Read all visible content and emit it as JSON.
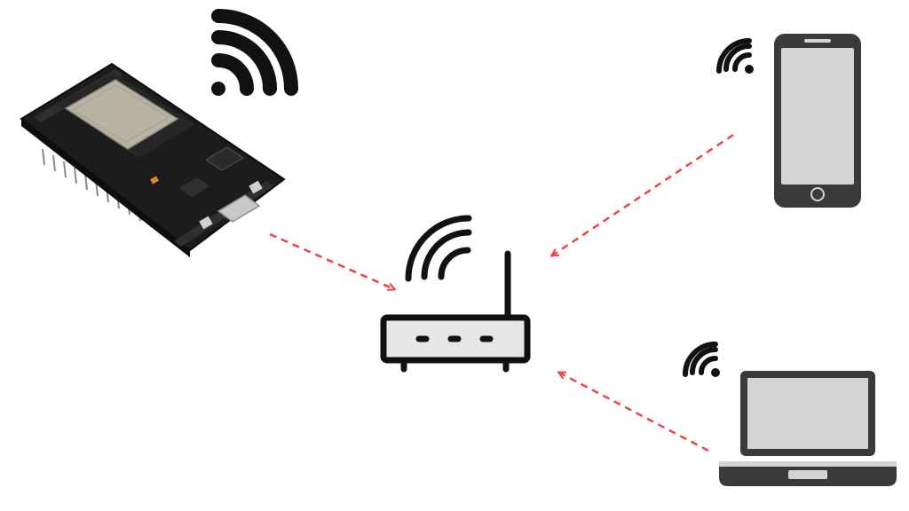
{
  "diagram": {
    "nodes": [
      {
        "id": "esp32",
        "kind": "microcontroller-board",
        "icon": "esp32-board-icon",
        "wireless": true
      },
      {
        "id": "router",
        "kind": "wifi-router",
        "icon": "router-icon",
        "wireless": true
      },
      {
        "id": "phone",
        "kind": "smartphone",
        "icon": "smartphone-icon",
        "wireless": true
      },
      {
        "id": "laptop",
        "kind": "laptop",
        "icon": "laptop-icon",
        "wireless": true
      }
    ],
    "edges": [
      {
        "from": "esp32",
        "to": "router",
        "style": "dashed-arrow"
      },
      {
        "from": "phone",
        "to": "router",
        "style": "dashed-arrow"
      },
      {
        "from": "laptop",
        "to": "router",
        "style": "dashed-arrow"
      }
    ]
  },
  "colors": {
    "arrow": "#ef4444",
    "ink": "#111111",
    "screen": "#d4d4d4",
    "device_body": "#3a3a3a",
    "pcb": "#1c1c1c",
    "chip_shield": "#b9b3a3",
    "router_body": "#e6e6e6"
  }
}
